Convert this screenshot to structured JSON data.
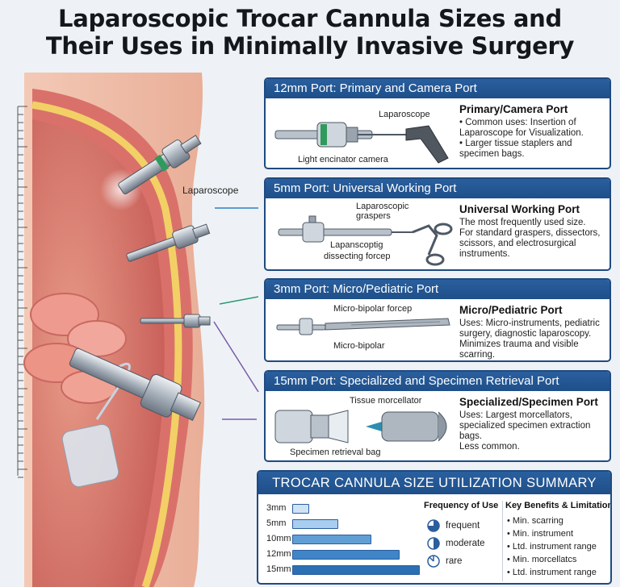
{
  "title": {
    "line1": "Laparoscopic Trocar Cannula Sizes and",
    "line2": "Their Uses in Minimally Invasive Surgery"
  },
  "illustration": {
    "laparoscope_label": "Laparoscope"
  },
  "panels": [
    {
      "header": "12mm Port: Primary and Camera Port",
      "callouts": [
        "Laparoscope",
        "Light encinator camera"
      ],
      "desc_title": "Primary/Camera Port",
      "desc_lines": [
        "• Common uses: Insertion of",
        "  Laparoscope for Visualization.",
        "• Larger tissue staplers and",
        "  specimen bags."
      ]
    },
    {
      "header": "5mm Port: Universal Working Port",
      "callouts": [
        "Laparoscopic",
        "graspers",
        "Lapanscoptig",
        "dissecting forcep"
      ],
      "desc_title": "Universal Working Port",
      "desc_lines": [
        "The most frequently used size.",
        "For standard graspers, dissectors,",
        "scissors, and electrosurgical",
        "instruments."
      ]
    },
    {
      "header": "3mm Port: Micro/Pediatric Port",
      "callouts": [
        "Micro-bipolar forcep",
        "Micro-bipolar"
      ],
      "desc_title": "Micro/Pediatric Port",
      "desc_lines": [
        "Uses: Micro-instruments, pediatric",
        "surgery, diagnostic laparoscopy.",
        "Minimizes trauma and visible scarring."
      ]
    },
    {
      "header": "15mm Port: Specialized and Specimen Retrieval Port",
      "callouts": [
        "Tissue morcellator",
        "Specimen retrieval bag"
      ],
      "desc_title": "Specialized/Specimen Port",
      "desc_lines": [
        "Uses: Largest morcellators,",
        "specialized specimen extraction bags.",
        "Less common."
      ]
    }
  ],
  "summary": {
    "header": "TROCAR CANNULA SIZE UTILIZATION SUMMARY",
    "sizes": [
      {
        "label": "3mm",
        "level": 0.13,
        "color": "#cfe3f5"
      },
      {
        "label": "5mm",
        "level": 0.36,
        "color": "#a9cdee"
      },
      {
        "label": "10mm",
        "level": 0.62,
        "color": "#5f9fd6"
      },
      {
        "label": "12mm",
        "level": 0.84,
        "color": "#3f85c8"
      },
      {
        "label": "15mm",
        "level": 1.0,
        "color": "#2c6fb2"
      }
    ],
    "freq_title": "Frequency of Use",
    "freq_items": [
      {
        "label": "frequent",
        "fill": 0.75
      },
      {
        "label": "moderate",
        "fill": 0.5
      },
      {
        "label": "rare",
        "fill": 0.0
      }
    ],
    "kb_title": "Key Benefits & Limitations",
    "kb_items": [
      "• Min. scarring",
      "• Min. instrument",
      "• Ltd. instrument range",
      "• Min. morcellatcs",
      "• Ltd. instrument range"
    ]
  }
}
